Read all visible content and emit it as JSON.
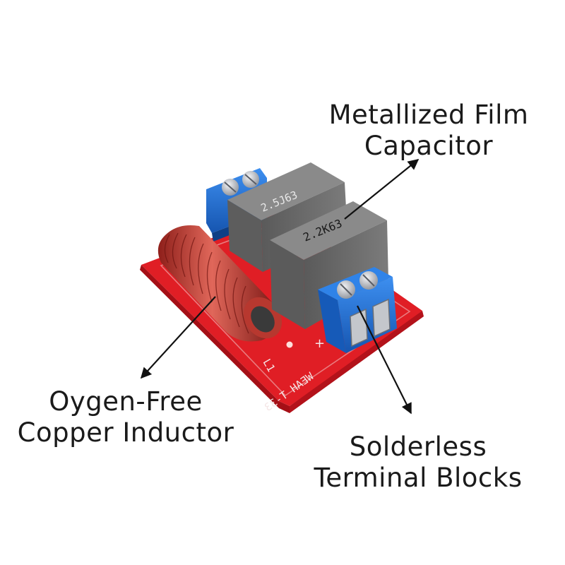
{
  "callouts": {
    "capacitor": {
      "line1": "Metallized Film",
      "line2": "Capacitor"
    },
    "inductor": {
      "line1": "Oygen-Free",
      "line2": "Copper Inductor"
    },
    "terminals": {
      "line1": "Solderless",
      "line2": "Terminal Blocks"
    }
  },
  "components": {
    "capacitor_rear_marking": "2.5J63",
    "capacitor_front_marking": "2.2K63",
    "board_marking": "WEAH T-33",
    "inductor_marking": "L1",
    "polarity_plus": "+"
  },
  "colors": {
    "pcb": "#d8141c",
    "inductor_wire": "#c8453c",
    "capacitor_body": "#6b6b6b",
    "terminal_block": "#1f6fd0",
    "screw": "#c9ccd3",
    "label_text": "#1a1a1a"
  }
}
